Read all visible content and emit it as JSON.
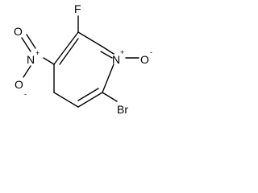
{
  "molecule": {
    "atoms": {
      "fluorine": "F",
      "ring_nitrogen": "N",
      "n_oxide_oxygen": "O",
      "nitro_nitrogen": "N",
      "nitro_oxygen_top": "O",
      "nitro_oxygen_bottom": "O",
      "bromine": "Br"
    },
    "charges": {
      "ring_nitrogen": "+",
      "n_oxide_oxygen": "-",
      "nitro_nitrogen": "+",
      "nitro_oxygen_bottom": "-"
    }
  }
}
